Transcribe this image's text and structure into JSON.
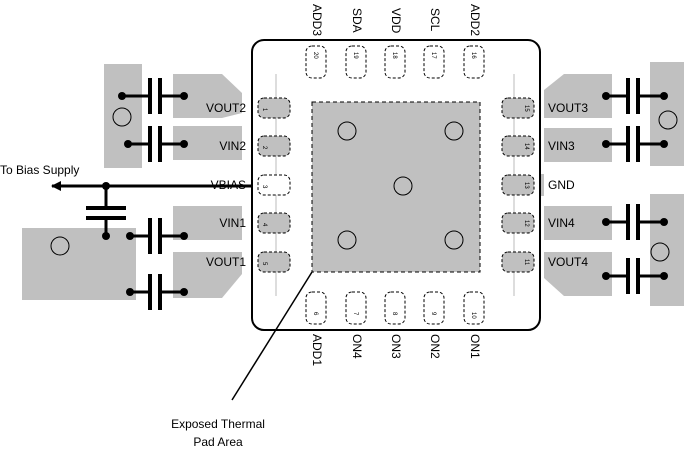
{
  "left_pins": [
    {
      "num": "1",
      "name": "VOUT2"
    },
    {
      "num": "2",
      "name": "VIN2"
    },
    {
      "num": "3",
      "name": "VBIAS"
    },
    {
      "num": "4",
      "name": "VIN1"
    },
    {
      "num": "5",
      "name": "VOUT1"
    }
  ],
  "bottom_pins": [
    {
      "num": "6",
      "name": "ADD1"
    },
    {
      "num": "7",
      "name": "ON4"
    },
    {
      "num": "8",
      "name": "ON3"
    },
    {
      "num": "9",
      "name": "ON2"
    },
    {
      "num": "10",
      "name": "ON1"
    }
  ],
  "right_pins": [
    {
      "num": "11",
      "name": "VOUT4"
    },
    {
      "num": "12",
      "name": "VIN4"
    },
    {
      "num": "13",
      "name": "GND"
    },
    {
      "num": "14",
      "name": "VIN3"
    },
    {
      "num": "15",
      "name": "VOUT3"
    }
  ],
  "top_pins": [
    {
      "num": "16",
      "name": "ADD2"
    },
    {
      "num": "17",
      "name": "SCL"
    },
    {
      "num": "18",
      "name": "VDD"
    },
    {
      "num": "19",
      "name": "SDA"
    },
    {
      "num": "20",
      "name": "ADD3"
    }
  ],
  "bias_label": "To Bias Supply",
  "thermal_label_line1": "Exposed Thermal",
  "thermal_label_line2": "Pad Area"
}
